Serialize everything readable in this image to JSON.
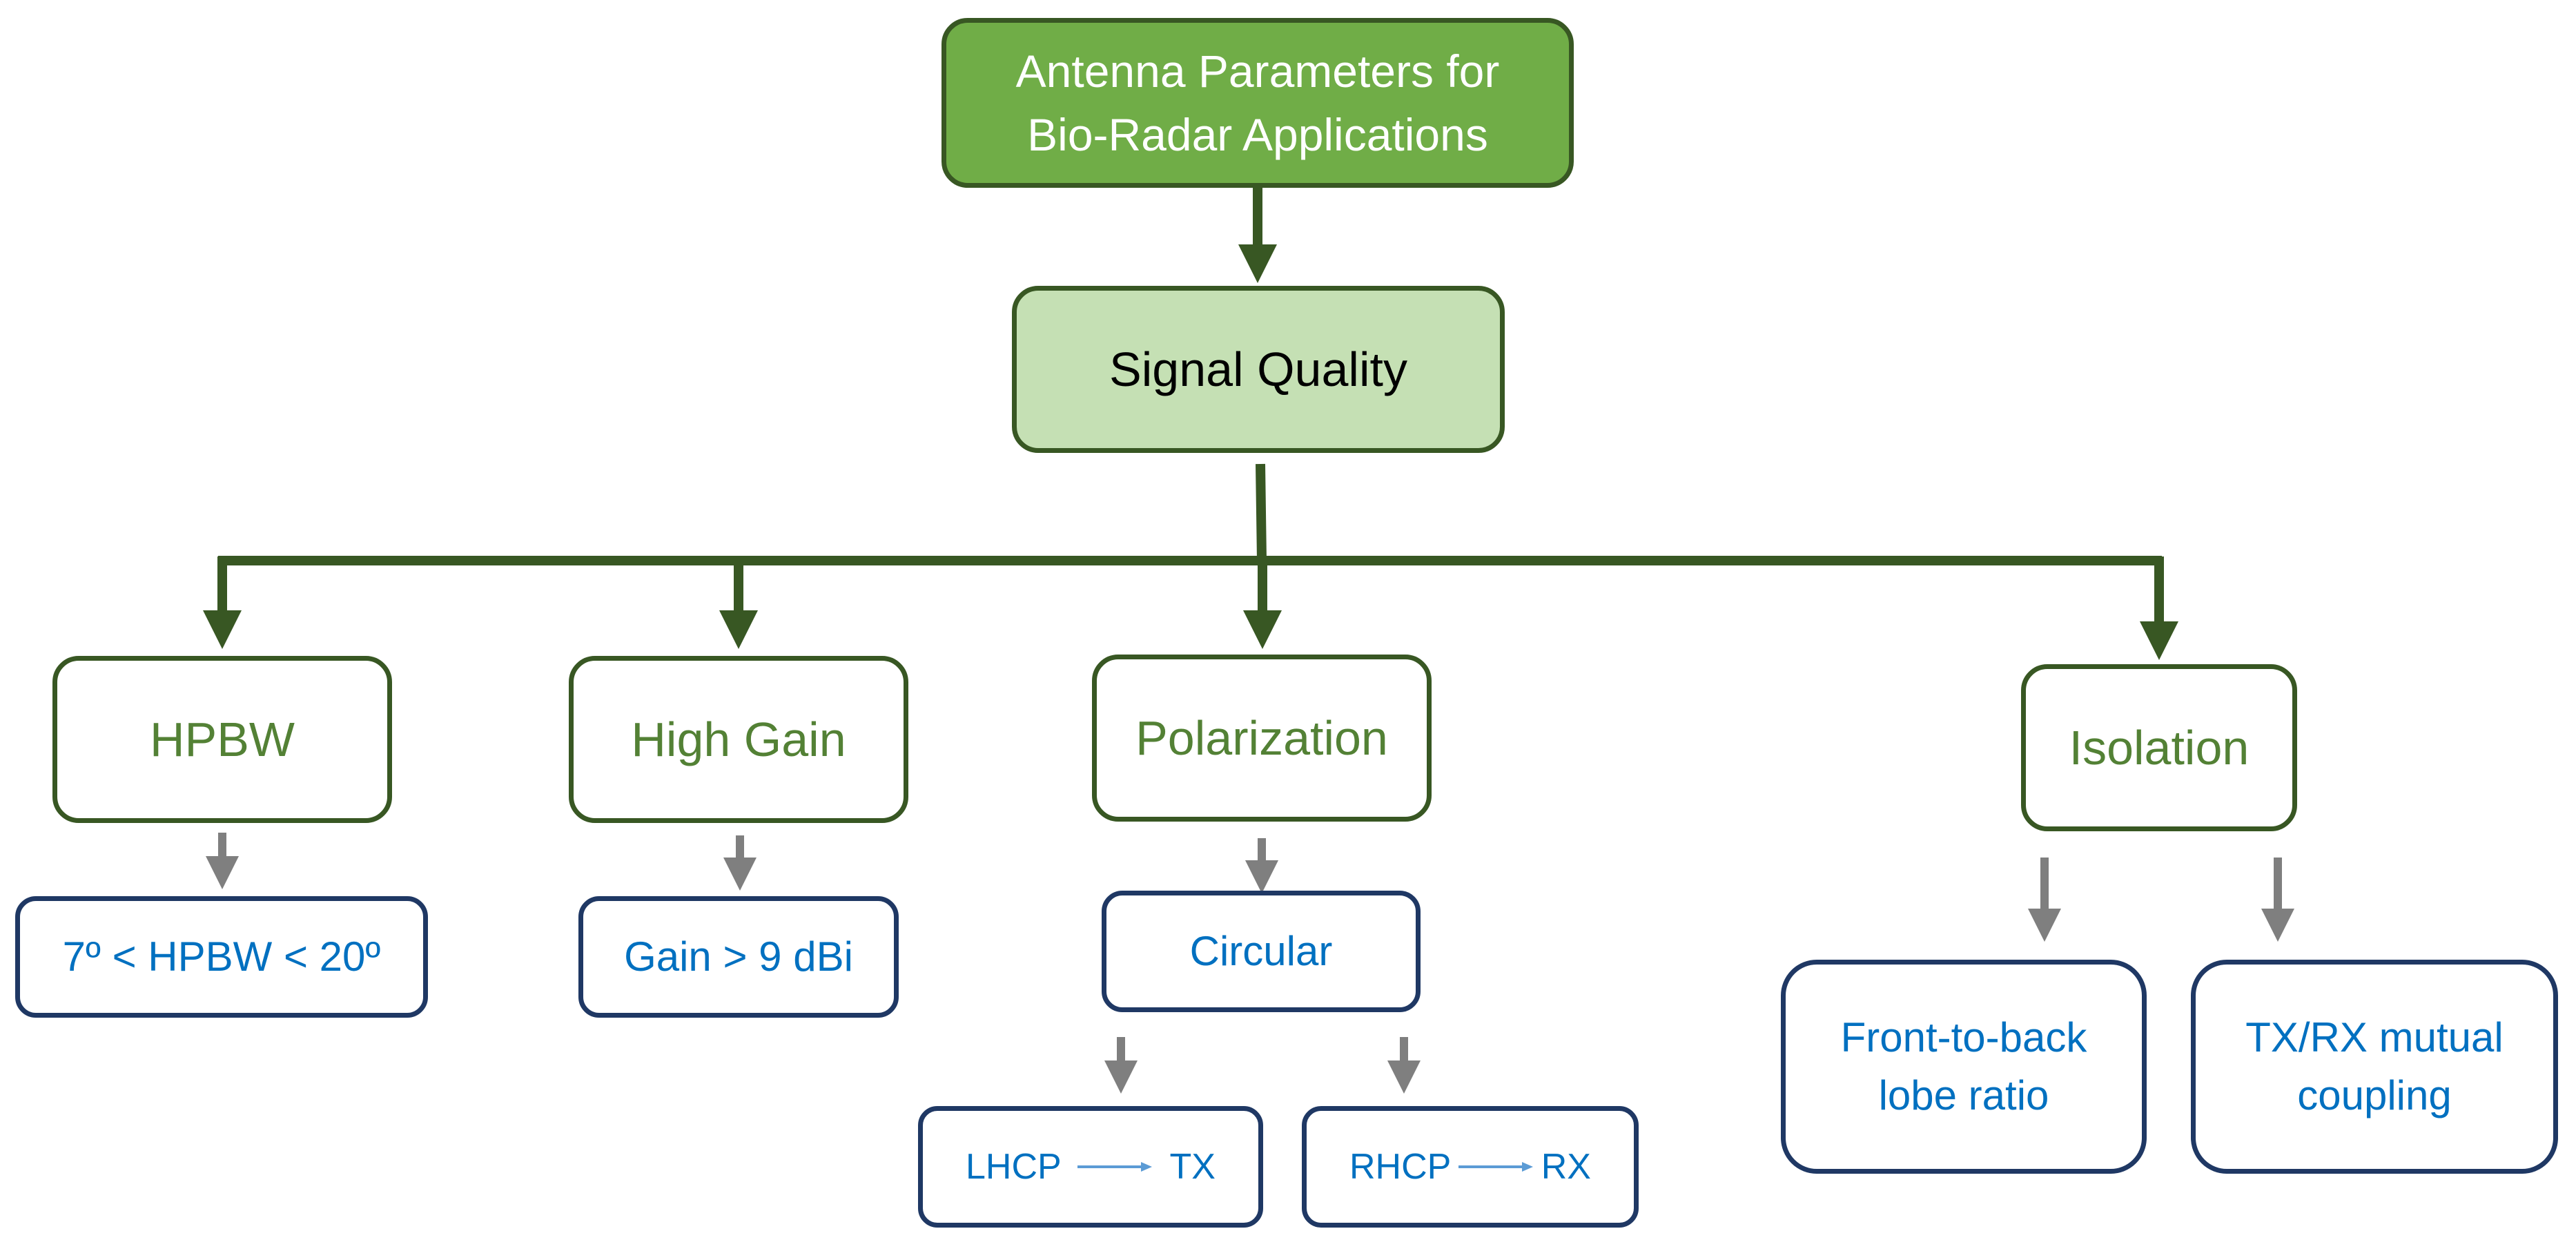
{
  "root": {
    "line1": "Antenna Parameters for",
    "line2": "Bio-Radar Applications"
  },
  "signal_quality": {
    "label": "Signal Quality"
  },
  "parameters": {
    "hpbw": {
      "label": "HPBW",
      "spec": "7º < HPBW < 20º"
    },
    "high_gain": {
      "label": "High Gain",
      "spec": "Gain > 9 dBi"
    },
    "polarization": {
      "label": "Polarization",
      "spec": "Circular",
      "lhcp": {
        "from": "LHCP",
        "to": "TX"
      },
      "rhcp": {
        "from": "RHCP",
        "to": "RX"
      }
    },
    "isolation": {
      "label": "Isolation",
      "front_to_back": {
        "line1": "Front-to-back",
        "line2": "lobe ratio"
      },
      "mutual_coupling": {
        "line1": "TX/RX mutual",
        "line2": "coupling"
      }
    }
  },
  "colors": {
    "root_fill": "#70ad47",
    "dark_green": "#385723",
    "quality_fill": "#c5e0b4",
    "param_text": "#538135",
    "navy_border": "#1f3864",
    "blue_text": "#0070c0",
    "gray_arrow": "#7f7f7f",
    "light_blue_arrow": "#5b9bd5"
  }
}
